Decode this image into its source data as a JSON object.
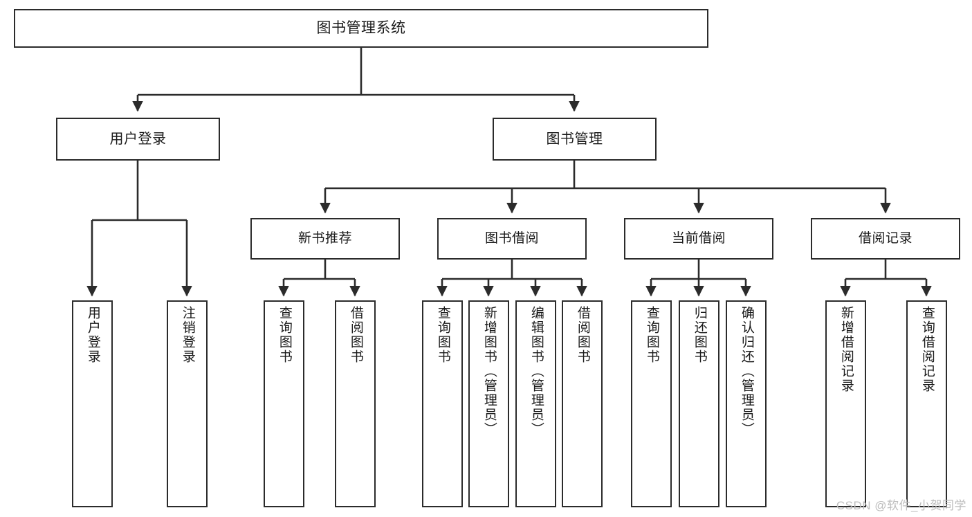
{
  "diagram": {
    "title": "图书管理系统",
    "type": "tree-hierarchy",
    "watermark": "CSDN @软件_小贺同学",
    "colors": {
      "box_border": "#2b2b2b",
      "box_fill": "#ffffff",
      "connector": "#2b2b2b",
      "text": "#1a1a1a",
      "watermark": "#bdbdbd",
      "background": "#ffffff"
    },
    "nodes": {
      "root": {
        "label": "图书管理系统"
      },
      "level2": [
        {
          "id": "user-login",
          "label": "用户登录"
        },
        {
          "id": "book-management",
          "label": "图书管理"
        }
      ],
      "level3": [
        {
          "id": "new-book-recommend",
          "label": "新书推荐"
        },
        {
          "id": "book-borrow",
          "label": "图书借阅"
        },
        {
          "id": "current-borrow",
          "label": "当前借阅"
        },
        {
          "id": "borrow-record",
          "label": "借阅记录"
        }
      ],
      "leaves": {
        "user-login": [
          {
            "id": "leaf-user-login",
            "label": "用户登录"
          },
          {
            "id": "leaf-logout",
            "label": "注销登录"
          }
        ],
        "new-book-recommend": [
          {
            "id": "leaf-query-book-1",
            "label": "查询图书"
          },
          {
            "id": "leaf-borrow-book-1",
            "label": "借阅图书"
          }
        ],
        "book-borrow": [
          {
            "id": "leaf-query-book-2",
            "label": "查询图书"
          },
          {
            "id": "leaf-add-book",
            "label": "新增图书（管理员）"
          },
          {
            "id": "leaf-edit-book",
            "label": "编辑图书（管理员）"
          },
          {
            "id": "leaf-borrow-book-2",
            "label": "借阅图书"
          }
        ],
        "current-borrow": [
          {
            "id": "leaf-query-book-3",
            "label": "查询图书"
          },
          {
            "id": "leaf-return-book",
            "label": "归还图书"
          },
          {
            "id": "leaf-confirm-return",
            "label": "确认归还（管理员）"
          }
        ],
        "borrow-record": [
          {
            "id": "leaf-add-record",
            "label": "新增借阅记录"
          },
          {
            "id": "leaf-query-record",
            "label": "查询借阅记录"
          }
        ]
      }
    }
  }
}
